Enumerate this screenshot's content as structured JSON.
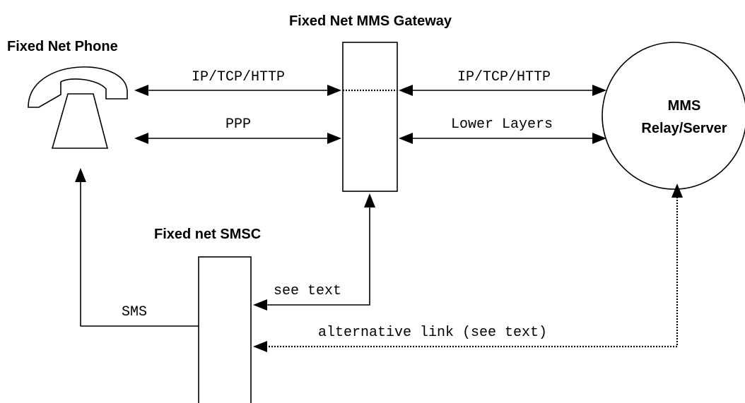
{
  "labels": {
    "gateway_title": "Fixed Net MMS Gateway",
    "phone_title": "Fixed Net Phone",
    "smsc_title": "Fixed net SMSC",
    "server_line1": "MMS",
    "server_line2": "Relay/Server"
  },
  "links": {
    "phone_gateway_http": "IP/TCP/HTTP",
    "phone_gateway_ppp": "PPP",
    "gateway_server_http": "IP/TCP/HTTP",
    "gateway_server_lower": "Lower Layers",
    "smsc_gateway": "see text",
    "smsc_phone": "SMS",
    "server_smsc_alt": "alternative link (see text)"
  }
}
